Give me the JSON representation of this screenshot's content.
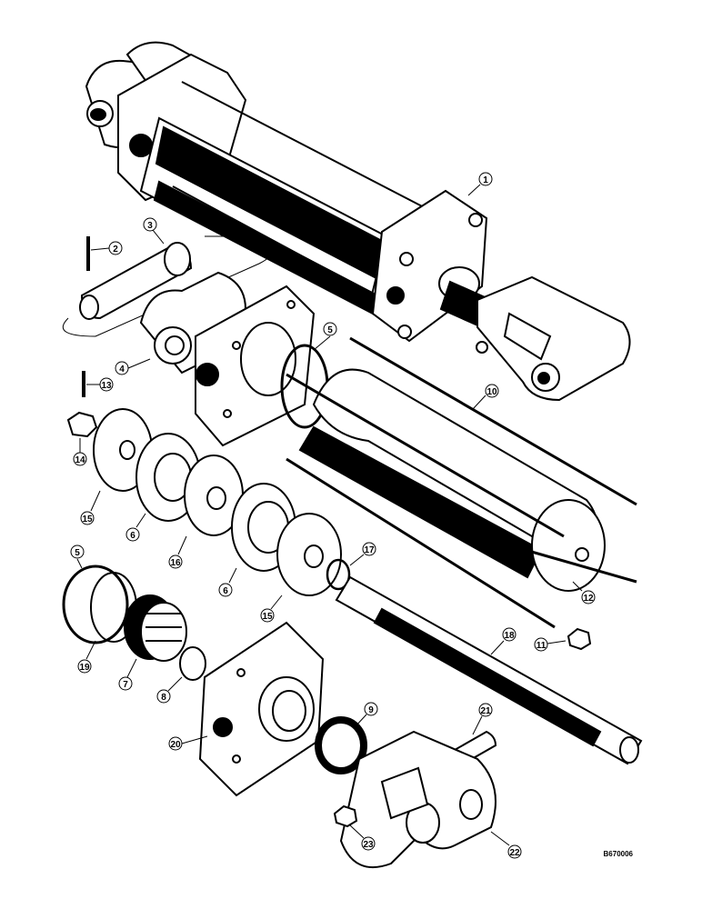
{
  "diagram": {
    "callouts": [
      {
        "id": "1"
      },
      {
        "id": "2"
      },
      {
        "id": "3"
      },
      {
        "id": "4"
      },
      {
        "id": "5"
      },
      {
        "id": "10"
      },
      {
        "id": "13"
      },
      {
        "id": "14"
      },
      {
        "id": "15"
      },
      {
        "id": "6"
      },
      {
        "id": "16"
      },
      {
        "id": "6"
      },
      {
        "id": "15"
      },
      {
        "id": "17"
      },
      {
        "id": "12"
      },
      {
        "id": "5"
      },
      {
        "id": "19"
      },
      {
        "id": "7"
      },
      {
        "id": "8"
      },
      {
        "id": "18"
      },
      {
        "id": "11"
      },
      {
        "id": "9"
      },
      {
        "id": "20"
      },
      {
        "id": "21"
      },
      {
        "id": "22"
      },
      {
        "id": "23"
      }
    ],
    "reference_code": "B670006"
  },
  "colors": {
    "ink": "#000000",
    "paper": "#ffffff"
  }
}
